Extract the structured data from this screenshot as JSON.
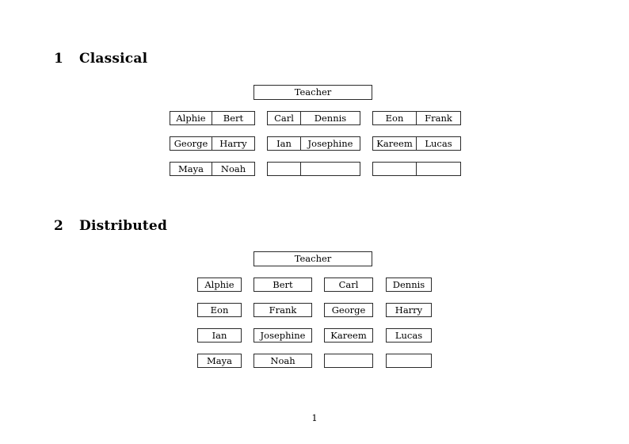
{
  "document": {
    "page_number": "1"
  },
  "sections": [
    {
      "number": "1",
      "title": "Classical",
      "teacher_label": "Teacher",
      "groups": [
        {
          "rows": [
            {
              "left": "Alphie",
              "right": "Bert"
            },
            {
              "left": "George",
              "right": "Harry"
            },
            {
              "left": "Maya",
              "right": "Noah"
            }
          ]
        },
        {
          "rows": [
            {
              "left": "Carl",
              "right": "Dennis"
            },
            {
              "left": "Ian",
              "right": "Josephine"
            },
            {
              "left": "",
              "right": ""
            }
          ]
        },
        {
          "rows": [
            {
              "left": "Eon",
              "right": "Frank"
            },
            {
              "left": "Kareem",
              "right": "Lucas"
            },
            {
              "left": "",
              "right": ""
            }
          ]
        }
      ]
    },
    {
      "number": "2",
      "title": "Distributed",
      "teacher_label": "Teacher",
      "rows": [
        [
          "Alphie",
          "Bert",
          "Carl",
          "Dennis"
        ],
        [
          "Eon",
          "Frank",
          "George",
          "Harry"
        ],
        [
          "Ian",
          "Josephine",
          "Kareem",
          "Lucas"
        ],
        [
          "Maya",
          "Noah",
          "",
          ""
        ]
      ]
    }
  ],
  "colors": {
    "page_background": "#ffffff",
    "text": "#000000",
    "box_border": "#2b2b2b"
  }
}
